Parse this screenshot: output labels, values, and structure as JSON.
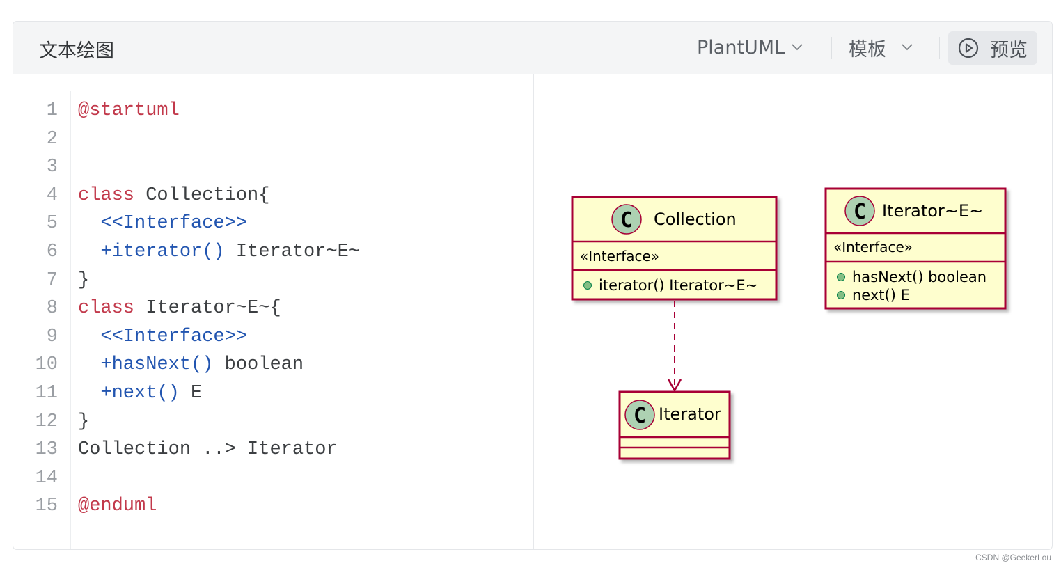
{
  "header": {
    "title": "文本绘图",
    "language_label": "PlantUML",
    "template_label": "模板",
    "preview_label": "预览"
  },
  "editor": {
    "lines": [
      {
        "num": "1",
        "parts": [
          {
            "t": "@startuml",
            "c": "kw"
          }
        ]
      },
      {
        "num": "2",
        "parts": []
      },
      {
        "num": "3",
        "parts": []
      },
      {
        "num": "4",
        "parts": [
          {
            "t": "class",
            "c": "kw"
          },
          {
            "t": " Collection{",
            "c": ""
          }
        ]
      },
      {
        "num": "5",
        "parts": [
          {
            "t": "  ",
            "c": ""
          },
          {
            "t": "<<Interface>>",
            "c": "bl"
          }
        ]
      },
      {
        "num": "6",
        "parts": [
          {
            "t": "  ",
            "c": ""
          },
          {
            "t": "+iterator()",
            "c": "bl"
          },
          {
            "t": " Iterator~E~",
            "c": ""
          }
        ]
      },
      {
        "num": "7",
        "parts": [
          {
            "t": "}",
            "c": ""
          }
        ]
      },
      {
        "num": "8",
        "parts": [
          {
            "t": "class",
            "c": "kw"
          },
          {
            "t": " Iterator~E~{",
            "c": ""
          }
        ]
      },
      {
        "num": "9",
        "parts": [
          {
            "t": "  ",
            "c": ""
          },
          {
            "t": "<<Interface>>",
            "c": "bl"
          }
        ]
      },
      {
        "num": "10",
        "parts": [
          {
            "t": "  ",
            "c": ""
          },
          {
            "t": "+hasNext()",
            "c": "bl"
          },
          {
            "t": " boolean",
            "c": ""
          }
        ]
      },
      {
        "num": "11",
        "parts": [
          {
            "t": "  ",
            "c": ""
          },
          {
            "t": "+next()",
            "c": "bl"
          },
          {
            "t": " E",
            "c": ""
          }
        ]
      },
      {
        "num": "12",
        "parts": [
          {
            "t": "}",
            "c": ""
          }
        ]
      },
      {
        "num": "13",
        "parts": [
          {
            "t": "Collection ..> Iterator",
            "c": ""
          }
        ]
      },
      {
        "num": "14",
        "parts": []
      },
      {
        "num": "15",
        "parts": [
          {
            "t": "@enduml",
            "c": "kw"
          }
        ]
      }
    ]
  },
  "diagram": {
    "spot_letter": "C",
    "collection": {
      "name": "Collection",
      "stereotype": "«Interface»",
      "methods": [
        "iterator() Iterator~E~"
      ]
    },
    "iterator_generic": {
      "name": "Iterator~E~",
      "stereotype": "«Interface»",
      "methods": [
        "hasNext() boolean",
        "next() E"
      ]
    },
    "iterator": {
      "name": "Iterator"
    },
    "colors": {
      "class_fill": "#FEFECE",
      "class_border": "#A80036",
      "spot_fill": "#ADD1B2",
      "method_dot": "#84BE84"
    }
  },
  "watermark": "CSDN @GeekerLou"
}
